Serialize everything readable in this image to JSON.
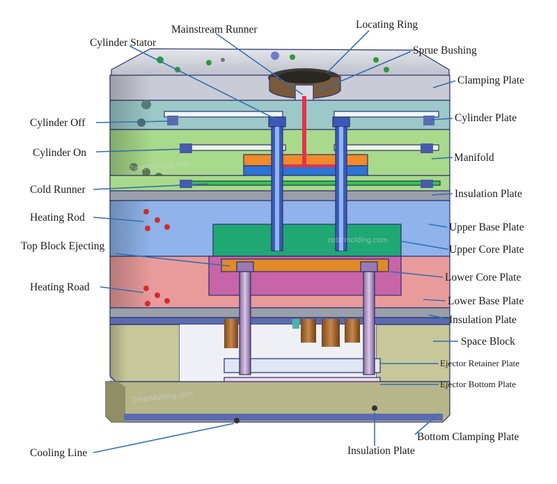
{
  "labels": {
    "mainstream_runner": "Mainstream Runner",
    "locating_ring": "Locating Ring",
    "cylinder_stator": "Cylinder Stator",
    "sprue_bushing": "Sprue Bushing",
    "clamping_plate": "Clamping Plate",
    "cylinder_off": "Cylinder Off",
    "cylinder_plate": "Cylinder Plate",
    "cylinder_on": "Cylinder On",
    "manifold": "Manifold",
    "cold_runner": "Cold Runner",
    "insulation_plate_top": "Insulation Plate",
    "heating_rod": "Heating Rod",
    "upper_base_plate": "Upper Base Plate",
    "top_block_ejecting": "Top Block Ejecting",
    "upper_core_plate": "Upper Core Plate",
    "lower_core_plate": "Lower Core Plate",
    "heating_road": "Heating Road",
    "lower_base_plate": "Lower Base Plate",
    "insulation_plate_mid": "Insulation Plate",
    "space_block": "Space Block",
    "ejector_retainer_plate": "Ejector Retainer Plate",
    "ejector_bottom_plate": "Ejector Bottom Plate",
    "bottom_clamping_plate": "Bottom Clamping Plate",
    "cooling_line": "Cooling Line",
    "insulation_plate_bottom": "Insulation Plate"
  },
  "colors": {
    "clamping_plate": "#c9ccd6",
    "cylinder_plate": "#9cc8c8",
    "manifold_plate": "#a9d98a",
    "upper_base_plate": "#8fb3ea",
    "core_green": "#1fa873",
    "lower_core_plate": "#e99b9b",
    "core_purple": "#c765a8",
    "space_block": "#c7c79a",
    "bottom_clamping_plate": "#b7b68a",
    "ejector_retainer_plate": "#dfe6f4",
    "ejector_bottom_plate": "#f1d6ea",
    "leader_line": "#2f6fb0",
    "hot_runner": "#e3334a",
    "manifold_block": "#f08a2a",
    "cold_runner": "#32c84a"
  }
}
